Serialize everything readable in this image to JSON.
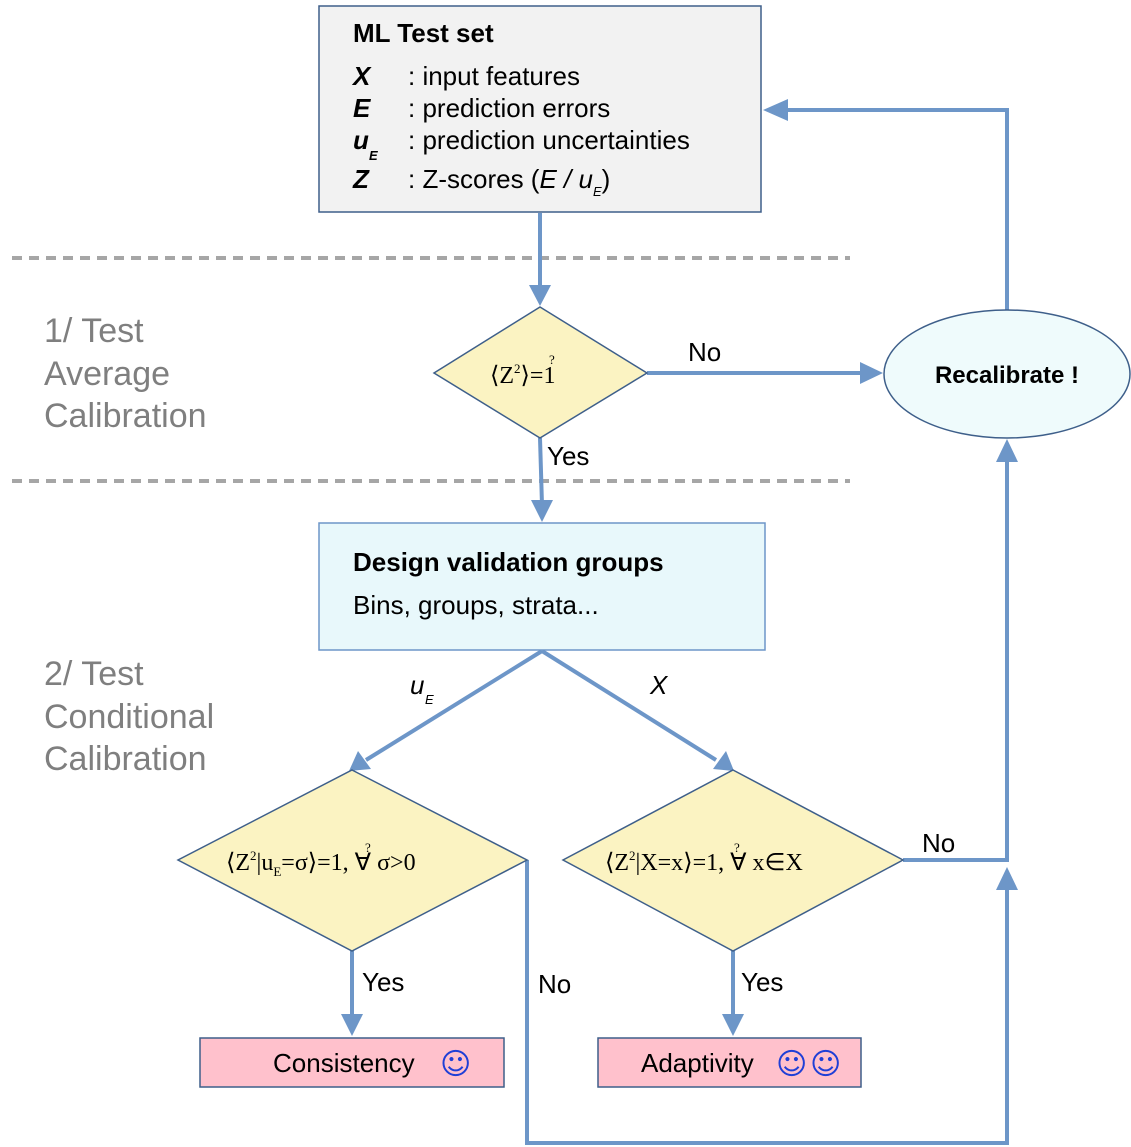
{
  "test_set": {
    "title": "ML Test set",
    "rows": [
      {
        "sym": "X",
        "desc": ": input features"
      },
      {
        "sym": "E",
        "desc": ": prediction errors"
      },
      {
        "sym": "u",
        "sub": "E",
        "desc": ": prediction uncertainties"
      },
      {
        "sym": "Z",
        "desc": ": Z-scores (",
        "desc_e": "E",
        "desc_sep": " / u",
        "desc_sub": "E",
        "desc_end": ")"
      }
    ]
  },
  "stages": {
    "stage1": [
      "1/ Test",
      "Average",
      "Calibration"
    ],
    "stage2": [
      "2/ Test",
      "Conditional",
      "Calibration"
    ]
  },
  "decision1": {
    "open": "⟨Z",
    "sup": "2",
    "close": "⟩",
    "q": "?",
    "eq": "=1"
  },
  "recalibrate": "Recalibrate !",
  "design": {
    "title": "Design validation groups",
    "subtitle": "Bins, groups, strata..."
  },
  "decision_ue": {
    "open": "⟨Z",
    "sup": "2",
    "mid": "|u",
    "sub": "E",
    "rest": "=σ⟩",
    "q": "?",
    "eq": "=1, ∀ σ>0"
  },
  "decision_x": {
    "open": "⟨Z",
    "sup": "2",
    "rest": "|X=x⟩",
    "q": "?",
    "eq": "=1, ∀ x∈X"
  },
  "edges": {
    "no": "No",
    "yes": "Yes",
    "branch_ue": "u",
    "branch_ue_sub": "E",
    "branch_x": "X"
  },
  "outcomes": {
    "consistency": "Consistency",
    "adaptivity": "Adaptivity",
    "smiley": "☺"
  },
  "colors": {
    "arrow": "#6d96c8",
    "box_border": "#3e5f8a",
    "test_fill": "#f2f2f2",
    "design_fill": "#e8f8fb",
    "diamond_fill": "#fbf3c2",
    "ellipse_fill": "#effbfc",
    "outcome_fill": "#ffc1cc",
    "stage_text": "#7f7f7f",
    "smiley": "#1f3fd6"
  }
}
